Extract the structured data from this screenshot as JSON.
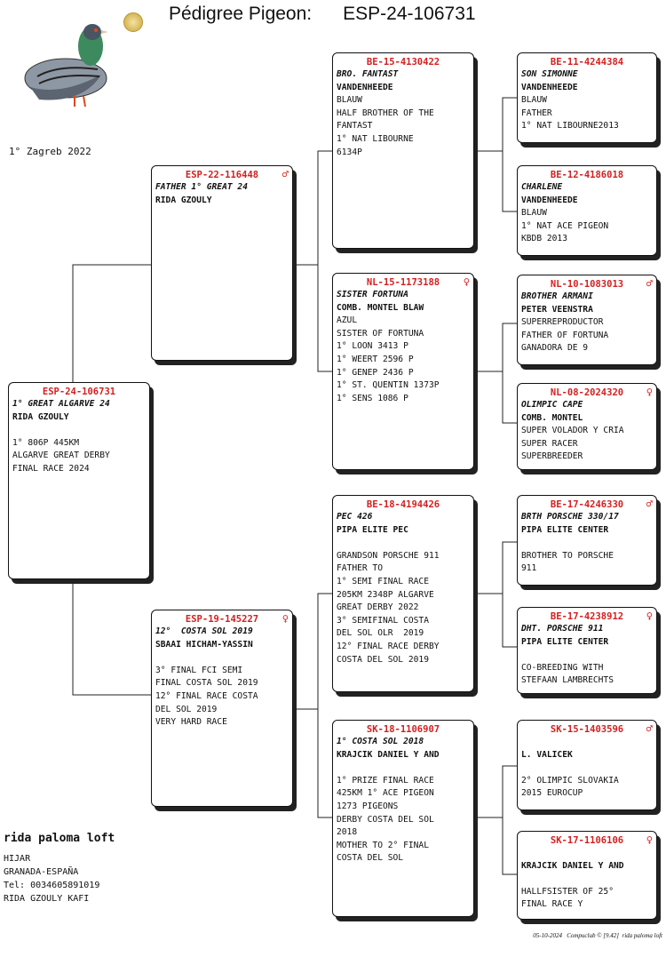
{
  "header": {
    "title": "Pédigree Pigeon:",
    "ring": "ESP-24-106731",
    "note": "1° Zagreb 2022"
  },
  "cards": {
    "subject": {
      "ring": "ESP-24-106731",
      "sex": "",
      "lines": [
        "1° GREAT ALGARVE 24",
        "RIDA GZOULY",
        "",
        "1° 806P 445KM",
        "ALGARVE GREAT DERBY",
        "FINAL RACE 2024"
      ]
    },
    "sire": {
      "ring": "ESP-22-116448",
      "sex": "♂",
      "lines": [
        "FATHER 1° GREAT 24",
        "RIDA GZOULY"
      ]
    },
    "dam": {
      "ring": "ESP-19-145227",
      "sex": "♀",
      "lines": [
        "12°  COSTA SOL 2019",
        "SBAAI HICHAM-YASSIN",
        "",
        "3° FINAL FCI SEMI",
        "FINAL COSTA SOL 2019",
        "12° FINAL RACE COSTA",
        "DEL SOL 2019",
        "VERY HARD RACE"
      ]
    },
    "ss": {
      "ring": "BE-15-4130422",
      "sex": "",
      "lines": [
        "BRO. FANTAST",
        "VANDENHEEDE",
        "BLAUW",
        "HALF BROTHER OF THE",
        "FANTAST",
        "1° NAT LIBOURNE",
        "6134P"
      ]
    },
    "sd": {
      "ring": "NL-15-1173188",
      "sex": "♀",
      "lines": [
        "SISTER FORTUNA",
        "COMB. MONTEL BLAW",
        "AZUL",
        "SISTER OF FORTUNA",
        "1° LOON 3413 P",
        "1° WEERT 2596 P",
        "1° GENEP 2436 P",
        "1° ST. QUENTIN 1373P",
        "1° SENS 1086 P"
      ]
    },
    "ds": {
      "ring": "BE-18-4194426",
      "sex": "",
      "lines": [
        "PEC 426",
        "PIPA ELITE PEC",
        "",
        "GRANDSON PORSCHE 911",
        "FATHER TO",
        "1° SEMI FINAL RACE",
        "205KM 2348P ALGARVE",
        "GREAT DERBY 2022",
        "3° SEMIFINAL COSTA",
        "DEL SOL OLR  2019",
        "12° FINAL RACE DERBY",
        "COSTA DEL SOL 2019"
      ]
    },
    "dd": {
      "ring": "SK-18-1106907",
      "sex": "",
      "lines": [
        "1° COSTA SOL 2018",
        "KRAJCIK DANIEL Y AND",
        "",
        "1° PRIZE FINAL RACE",
        "425KM 1° ACE PIGEON",
        "1273 PIGEONS",
        "DERBY COSTA DEL SOL",
        "2018",
        "MOTHER TO 2° FINAL",
        "COSTA DEL SOL"
      ]
    },
    "sss": {
      "ring": "BE-11-4244384",
      "sex": "",
      "lines": [
        "SON SIMONNE",
        "VANDENHEEDE",
        "BLAUW",
        "FATHER",
        "1° NAT LIBOURNE2013"
      ]
    },
    "ssd": {
      "ring": "BE-12-4186018",
      "sex": "",
      "lines": [
        "CHARLENE",
        "VANDENHEEDE",
        "BLAUW",
        "1° NAT ACE PIGEON",
        "KBDB 2013"
      ]
    },
    "sds": {
      "ring": "NL-10-1083013",
      "sex": "♂",
      "lines": [
        "BROTHER ARMANI",
        "PETER VEENSTRA",
        "SUPERREPRODUCTOR",
        "FATHER OF FORTUNA",
        "GANADORA DE 9"
      ]
    },
    "sdd": {
      "ring": "NL-08-2024320",
      "sex": "♀",
      "lines": [
        "OLIMPIC CAPE",
        "COMB. MONTEL",
        "SUPER VOLADOR Y CRIA",
        "SUPER RACER",
        "SUPERBREEDER"
      ]
    },
    "dss": {
      "ring": "BE-17-4246330",
      "sex": "♂",
      "lines": [
        "BRTH PORSCHE 330/17",
        "PIPA ELITE CENTER",
        "",
        "BROTHER TO PORSCHE",
        "911"
      ]
    },
    "dsd": {
      "ring": "BE-17-4238912",
      "sex": "♀",
      "lines": [
        "DHT. PORSCHE 911",
        "PIPA ELITE CENTER",
        "",
        "CO-BREEDING WITH",
        "STEFAAN LAMBRECHTS"
      ]
    },
    "dds": {
      "ring": "SK-15-1403596",
      "sex": "♂",
      "lines": [
        "",
        "L. VALICEK",
        "",
        "2° OLIMPIC SLOVAKIA",
        "2015 EUROCUP"
      ]
    },
    "ddd": {
      "ring": "SK-17-1106106",
      "sex": "♀",
      "lines": [
        "",
        "KRAJCIK DANIEL Y AND",
        "",
        "HALLFSISTER OF 25°",
        "FINAL RACE Y"
      ]
    }
  },
  "footer": {
    "loft_name": "rida paloma loft",
    "lines": [
      "HIJAR",
      "GRANADA-ESPAÑA",
      "Tel: 0034605891019",
      "RIDA GZOULY KAFI"
    ],
    "stamp": "05-10-2024   Compuclub © [9.42]  rida paloma loft"
  },
  "colors": {
    "ring": "#d42020",
    "border": "#111111",
    "seal": "#c9a43c"
  }
}
